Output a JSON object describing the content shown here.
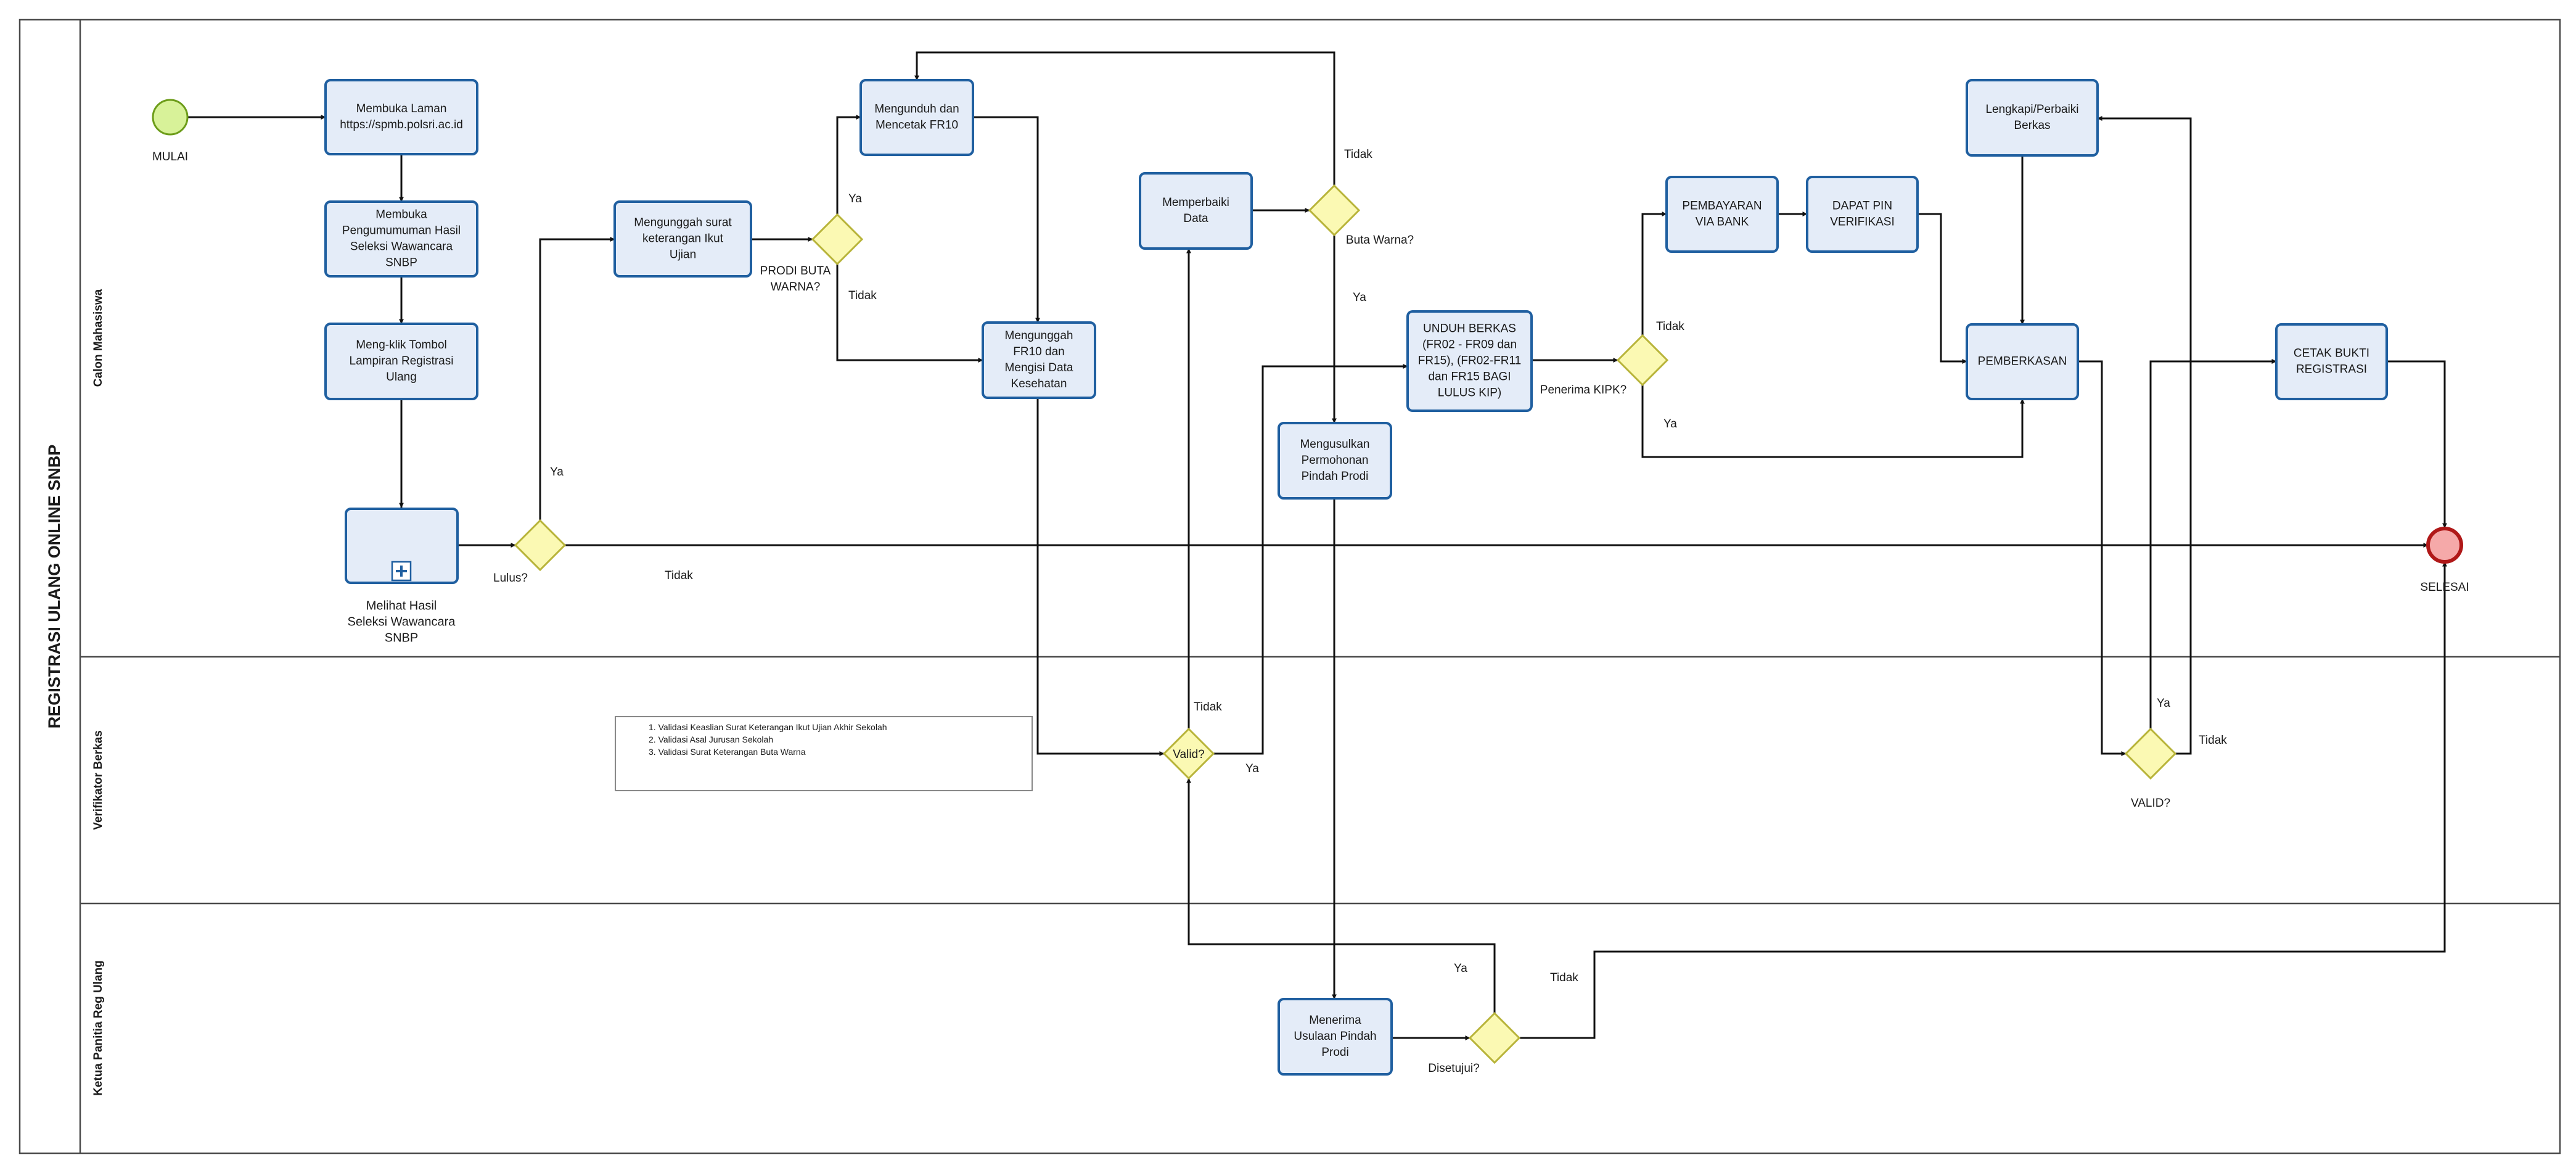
{
  "pool": {
    "title": "REGISTRASI ULANG ONLINE SNBP"
  },
  "lanes": [
    {
      "id": "lane1",
      "label": "Calon Mahasiswa"
    },
    {
      "id": "lane2",
      "label": "Verifikator Berkas"
    },
    {
      "id": "lane3",
      "label": "Ketua Panitia Reg Ulang"
    }
  ],
  "events": {
    "start": {
      "label": "MULAI",
      "color": "#d8f299"
    },
    "end": {
      "label": "SELESAI",
      "color": "#f5a9a9"
    }
  },
  "tasks": {
    "t1": {
      "lines": [
        "Membuka Laman",
        "https://spmb.polsri.ac.id"
      ]
    },
    "t2": {
      "lines": [
        "Membuka",
        "Pengumumuman Hasil",
        "Seleksi Wawancara",
        "SNBP"
      ]
    },
    "t3": {
      "lines": [
        "Meng-klik Tombol",
        "Lampiran Registrasi",
        "Ulang"
      ]
    },
    "sub": {
      "lines": [
        "Melihat Hasil",
        "Seleksi Wawancara",
        "SNBP"
      ]
    },
    "t4": {
      "lines": [
        "Mengunggah surat",
        "keterangan Ikut",
        "Ujian"
      ]
    },
    "t5": {
      "lines": [
        "Mengunduh dan",
        "Mencetak FR10"
      ]
    },
    "t6": {
      "lines": [
        "Mengunggah",
        "FR10 dan",
        "Mengisi Data",
        "Kesehatan"
      ]
    },
    "t7": {
      "lines": [
        "Memperbaiki",
        "Data"
      ]
    },
    "t8": {
      "lines": [
        "Mengusulkan",
        "Permohonan",
        "Pindah Prodi"
      ]
    },
    "t9": {
      "lines": [
        "UNDUH BERKAS",
        "(FR02 - FR09 dan",
        "FR15), (FR02-FR11",
        "dan FR15 BAGI",
        "LULUS KIP)"
      ]
    },
    "t10": {
      "lines": [
        "PEMBAYARAN",
        "VIA BANK"
      ]
    },
    "t11": {
      "lines": [
        "DAPAT PIN",
        "VERIFIKASI"
      ]
    },
    "t12": {
      "lines": [
        "Lengkapi/Perbaiki",
        "Berkas"
      ]
    },
    "t13": {
      "lines": [
        "PEMBERKASAN"
      ]
    },
    "t14": {
      "lines": [
        "CETAK BUKTI",
        "REGISTRASI"
      ]
    },
    "t15": {
      "lines": [
        "Menerima",
        "Usulaan Pindah",
        "Prodi"
      ]
    }
  },
  "gateways": {
    "g1": {
      "lines": [
        "Lulus?"
      ]
    },
    "g2": {
      "lines": [
        "PRODI BUTA",
        "WARNA?"
      ]
    },
    "g3": {
      "lines": [
        "Buta Warna?"
      ]
    },
    "g4": {
      "lines": [
        "Penerima KIPK?"
      ]
    },
    "g5": {
      "lines": [
        "Valid?"
      ]
    },
    "g6": {
      "lines": [
        "VALID?"
      ]
    },
    "g7": {
      "lines": [
        "Disetujui?"
      ]
    }
  },
  "flow_labels": {
    "ya": "Ya",
    "tidak": "Tidak"
  },
  "note": {
    "items": [
      "1. Validasi Keaslian Surat Keterangan Ikut Ujian Akhir Sekolah",
      "2. Validasi Asal Jurusan Sekolah",
      "3. Validasi Surat Keterangan Buta Warna"
    ]
  }
}
